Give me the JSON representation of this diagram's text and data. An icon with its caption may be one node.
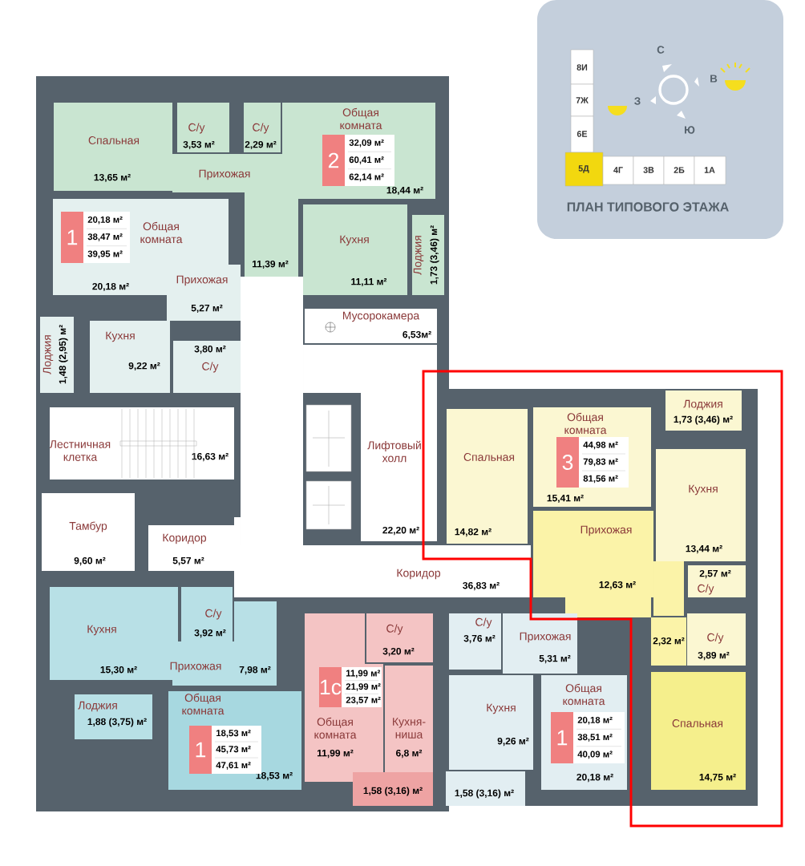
{
  "diagram": {
    "nodes": [
      {
        "text": [
          "Спальная",
          "13,65 м²"
        ]
      },
      {
        "text": [
          "С/у",
          "3,53 м²"
        ]
      },
      {
        "text": [
          "С/у",
          "2,29 м²"
        ]
      },
      {
        "text": [
          "Прихожая",
          "11,39 м²"
        ]
      },
      {
        "text": [
          "Общая комната",
          "18,44 м²"
        ]
      },
      {
        "text": [
          "2",
          "32,09 м²",
          "60,41 м²",
          "62,14 м²"
        ],
        "in": 4
      },
      {
        "text": [
          "Кухня",
          "11,11 м²"
        ]
      },
      {
        "text": [
          "Лоджия",
          "1,73 (3,46) м²"
        ]
      },
      {
        "text": [
          "Общая комната",
          "20,18 м²"
        ]
      },
      {
        "text": [
          "1",
          "20,18 м²",
          "38,47 м²",
          "39,95 м²"
        ],
        "in": 8
      },
      {
        "text": [
          "Прихожая",
          "5,27 м²"
        ]
      },
      {
        "text": [
          "Кухня",
          "9,22 м²"
        ]
      },
      {
        "text": [
          "Лоджия",
          "1,48 (2,95) м²"
        ]
      },
      {
        "text": [
          "3,80 м²",
          "С/у"
        ]
      },
      {
        "text": [
          "Мусорокамера",
          "6,53м²"
        ]
      },
      {
        "text": [
          "Лестничная клетка",
          "16,63 м²"
        ]
      },
      {
        "text": [
          "Лифтовый холл",
          "22,20 м²"
        ]
      },
      {
        "text": [
          "Тамбур",
          "9,60 м²"
        ]
      },
      {
        "text": [
          "Коридор",
          "5,57 м²"
        ]
      },
      {
        "text": [
          "Коридор",
          "36,83 м²"
        ]
      },
      {
        "text": [
          "Кухня",
          "15,30 м²"
        ]
      },
      {
        "text": [
          "С/у",
          "3,92 м²"
        ]
      },
      {
        "text": [
          "Прихожая",
          "7,98 м²"
        ]
      },
      {
        "text": [
          "Лоджия",
          "1,88 (3,75) м²"
        ]
      },
      {
        "text": [
          "Общая комната",
          "18,53 м²"
        ]
      },
      {
        "text": [
          "1",
          "18,53 м²",
          "45,73 м²",
          "47,61 м²"
        ],
        "in": 24
      },
      {
        "text": [
          "С/у",
          "3,20 м²"
        ]
      },
      {
        "text": [
          "Общая комната",
          "11,99 м²"
        ]
      },
      {
        "text": [
          "Кухня-ниша",
          "6,8 м²"
        ]
      },
      {
        "text": [
          "1c",
          "11,99 м²",
          "21,99 м²",
          "23,57 м²"
        ],
        "in": 27
      },
      {
        "text": [
          "1,58 (3,16) м²"
        ]
      },
      {
        "text": [
          "С/у",
          "3,76 м²"
        ]
      },
      {
        "text": [
          "Прихожая",
          "5,31 м²"
        ]
      },
      {
        "text": [
          "Кухня",
          "9,26 м²"
        ]
      },
      {
        "text": [
          "1,58 (3,16) м²"
        ]
      },
      {
        "text": [
          "Общая комната",
          "20,18 м²"
        ]
      },
      {
        "text": [
          "1",
          "20,18 м²",
          "38,51 м²",
          "40,09 м²"
        ],
        "in": 35
      },
      {
        "text": [
          "Спальная",
          "14,82 м²"
        ]
      },
      {
        "text": [
          "Общая комната",
          "15,41 м²"
        ]
      },
      {
        "text": [
          "3",
          "44,98 м²",
          "79,83 м²",
          "81,56 м²"
        ],
        "in": 38
      },
      {
        "text": [
          "Лоджия",
          "1,73 (3,46) м²"
        ]
      },
      {
        "text": [
          "Кухня",
          "13,44 м²"
        ]
      },
      {
        "text": [
          "Прихожая",
          "12,63 м²"
        ]
      },
      {
        "text": [
          "2,57 м²",
          "С/у"
        ]
      },
      {
        "text": [
          "2,32 м²"
        ]
      },
      {
        "text": [
          "С/у",
          "3,89 м²"
        ]
      },
      {
        "text": [
          "Спальная",
          "14,75 м²"
        ]
      },
      {
        "text": [
          "ПЛАН ТИПОВОГО ЭТАЖА"
        ]
      },
      {
        "text": [
          "8И"
        ],
        "in": 47
      },
      {
        "text": [
          "7Ж"
        ],
        "in": 47
      },
      {
        "text": [
          "6Е"
        ],
        "in": 47
      },
      {
        "text": [
          "5Д"
        ],
        "in": 47
      },
      {
        "text": [
          "4Г"
        ],
        "in": 47
      },
      {
        "text": [
          "3В"
        ],
        "in": 47
      },
      {
        "text": [
          "2Б"
        ],
        "in": 47
      },
      {
        "text": [
          "1А"
        ],
        "in": 47
      }
    ],
    "labels": [
      "С",
      "В",
      "З",
      "Ю"
    ]
  }
}
